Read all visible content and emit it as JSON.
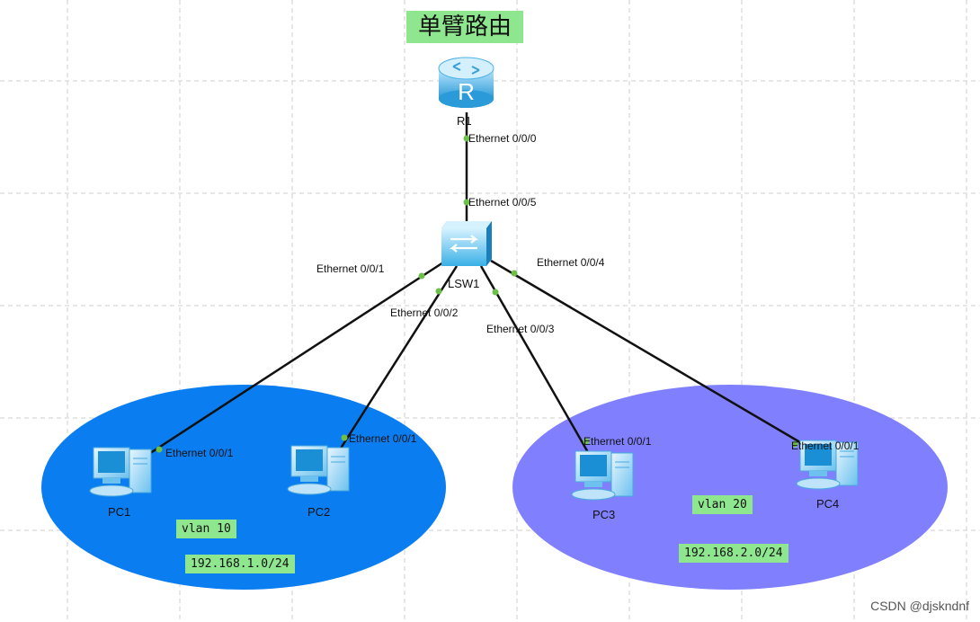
{
  "title": "单臂路由",
  "router": {
    "name": "R1",
    "icon": "router-icon"
  },
  "switch": {
    "name": "LSW1",
    "icon": "switch-icon"
  },
  "pcs": [
    {
      "name": "PC1",
      "icon": "pc-icon"
    },
    {
      "name": "PC2",
      "icon": "pc-icon"
    },
    {
      "name": "PC3",
      "icon": "pc-icon"
    },
    {
      "name": "PC4",
      "icon": "pc-icon"
    }
  ],
  "ports": {
    "r1": "Ethernet 0/0/0",
    "sw_up": "Ethernet 0/0/5",
    "sw_1": "Ethernet 0/0/1",
    "sw_2": "Ethernet 0/0/2",
    "sw_3": "Ethernet 0/0/3",
    "sw_4": "Ethernet 0/0/4",
    "pc1": "Ethernet 0/0/1",
    "pc2": "Ethernet 0/0/1",
    "pc3": "Ethernet 0/0/1",
    "pc4": "Ethernet 0/0/1"
  },
  "vlans": [
    {
      "label": "vlan 10",
      "subnet": "192.168.1.0/24",
      "color": "#0a7df0"
    },
    {
      "label": "vlan 20",
      "subnet": "192.168.2.0/24",
      "color": "#8080ff"
    }
  ],
  "colors": {
    "link": "#111111",
    "port_dot": "#6cc04a",
    "tag_bg": "#8ee68e",
    "grid": "#cfcfcf"
  },
  "watermark": "CSDN @djskndnf"
}
